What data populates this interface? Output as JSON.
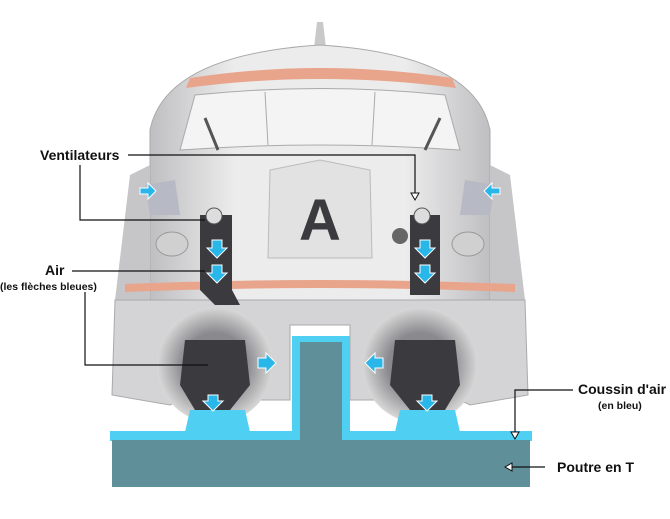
{
  "labels": {
    "fans": "Ventilateurs",
    "air": "Air",
    "air_note": "(les flèches bleues)",
    "cushion": "Coussin d'air",
    "cushion_note": "(en bleu)",
    "beam": "Poutre en T"
  },
  "logo_letter": "A",
  "colors": {
    "body": "#dcdcdc",
    "stripe": "#e8a58c",
    "air_blue": "#29b6e8",
    "beam": "#5f8f99",
    "dark": "#3a3a3f"
  }
}
